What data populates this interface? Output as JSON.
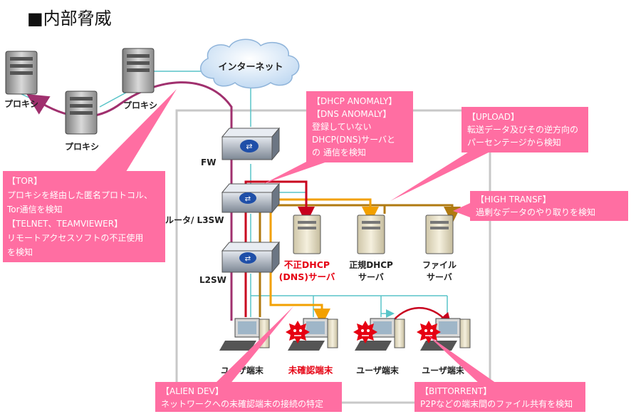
{
  "title": "■内部脅威",
  "nodes": {
    "internet": "インターネット",
    "proxy_1": "プロキシ",
    "proxy_2": "プロキシ",
    "proxy_3": "プロキシ",
    "fw": "FW",
    "router": "ルータ/ L3SW",
    "l2sw": "L2SW",
    "rogue_dhcp_1": "不正DHCP",
    "rogue_dhcp_2": "(DNS)サーバ",
    "legit_dhcp_1": "正規DHCP",
    "legit_dhcp_2": "サーバ",
    "file_server_1": "ファイル",
    "file_server_2": "サーバ",
    "user_1": "ユーザ端末",
    "unconfirmed": "未確認端末",
    "user_2": "ユーザ端末",
    "user_3": "ユーザ端末"
  },
  "callouts": {
    "dhcp": [
      "【DHCP ANOMALY】",
      "【DNS ANOMALY】",
      "登録していない",
      "DHCP(DNS)サーバと",
      "の 通信を検知"
    ],
    "upload": [
      "【UPLOAD】",
      "転送データ及びその逆方向の",
      "パーセンテージから検知"
    ],
    "high_transf": [
      "【HIGH TRANSF】",
      "過剰なデータのやり取りを検知"
    ],
    "tor": [
      "【TOR】",
      "プロキシを経由した匿名プロトコル、",
      "Tor通信を検知",
      "【TELNET、TEAMVIEWER】",
      "リモートアクセスソフトの不正使用",
      "を検知"
    ],
    "alien": [
      "【ALIEN DEV】",
      "ネットワークへの未確認端末の接続の特定"
    ],
    "bittorrent": [
      "【BITTORRENT】",
      "P2Pなどの端末間のファイル共有を検知"
    ]
  },
  "colors": {
    "callout": "#ff6ea2",
    "red_line": "#c8001e",
    "orange_line": "#f2a000",
    "brown_line": "#b07a10",
    "purple_line": "#a0306e",
    "teal_line": "#58c4c8",
    "virus": "#e60012"
  }
}
